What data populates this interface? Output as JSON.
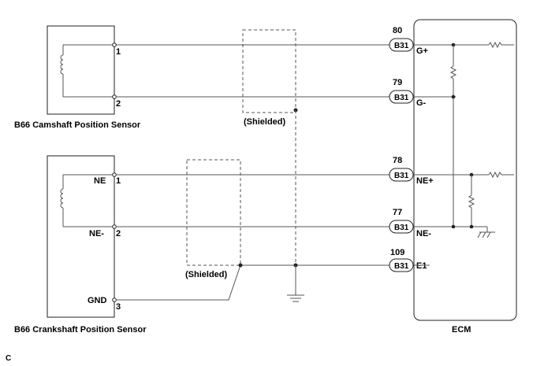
{
  "sensors": {
    "camshaft": {
      "label": "B66 Camshaft Position Sensor",
      "pin1": "1",
      "pin2": "2"
    },
    "crankshaft": {
      "label": "B66 Crankshaft Position Sensor",
      "pin1": "1",
      "pin2": "2",
      "pin3": "3",
      "pin1_name": "NE",
      "pin2_name": "NE-",
      "pin3_name": "GND"
    }
  },
  "shields": {
    "upper": "(Shielded)",
    "lower": "(Shielded)"
  },
  "ecm": {
    "label": "ECM",
    "connector": "B31",
    "pins": [
      {
        "number": "80",
        "name": "G+"
      },
      {
        "number": "79",
        "name": "G-"
      },
      {
        "number": "78",
        "name": "NE+"
      },
      {
        "number": "77",
        "name": "NE-"
      },
      {
        "number": "109",
        "name": "E1"
      }
    ]
  },
  "footer": {
    "code": "C"
  }
}
